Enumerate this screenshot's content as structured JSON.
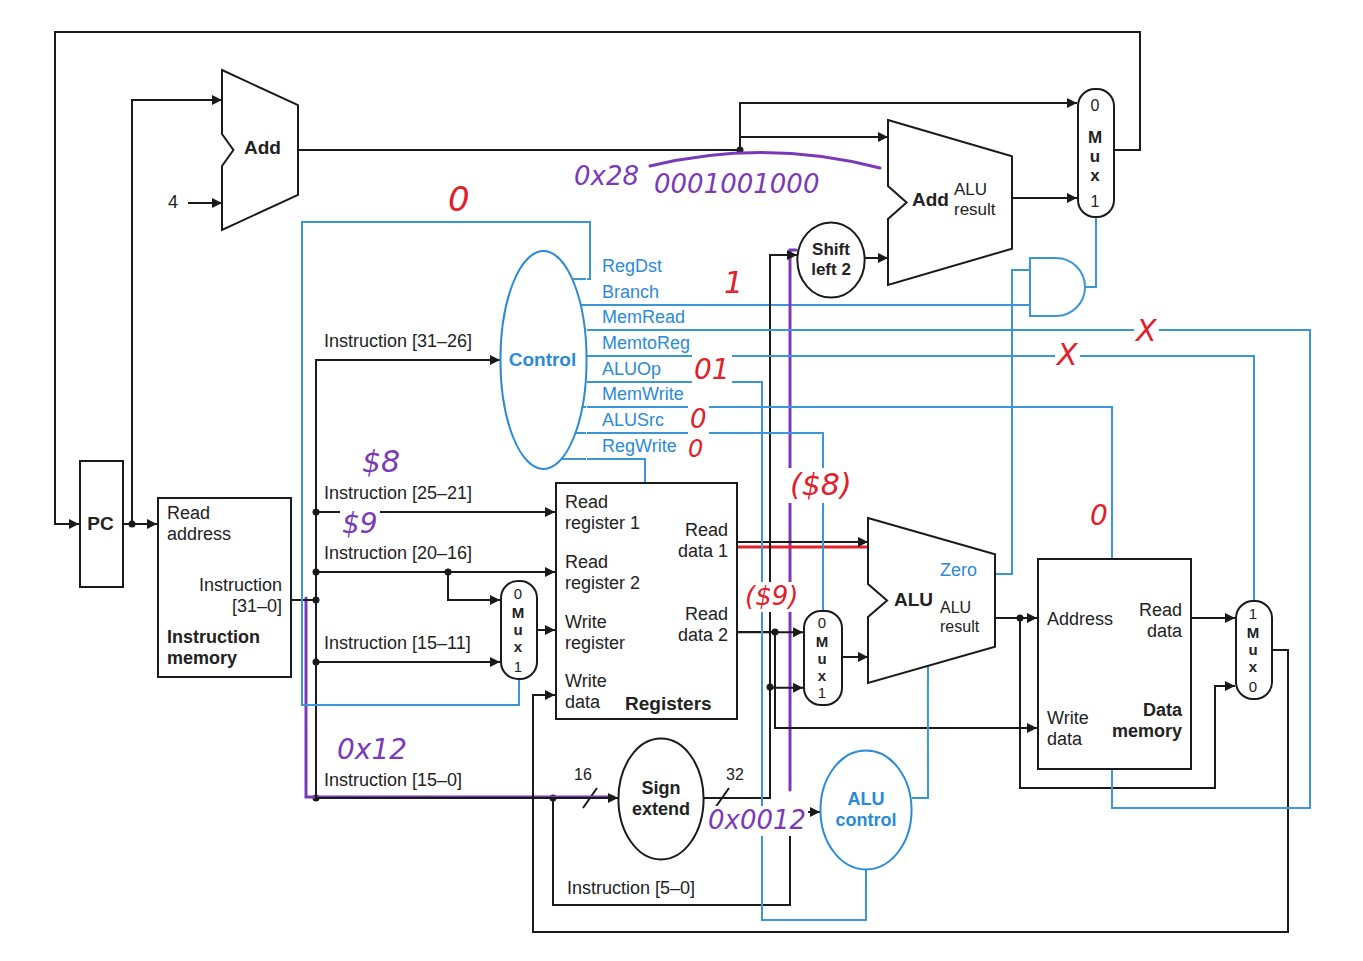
{
  "diagram": {
    "nodes": [
      {
        "text": [
          "Add"
        ]
      },
      {
        "text": [
          "0",
          "Mux",
          "1"
        ]
      },
      {
        "text": [
          "Add",
          "ALU result"
        ]
      },
      {
        "text": [
          "Shift left 2"
        ]
      },
      {
        "text": [
          "Control"
        ]
      },
      {
        "text": [
          "PC"
        ]
      },
      {
        "text": [
          "Read address",
          "Instruction [31–0]",
          "Instruction memory"
        ]
      },
      {
        "text": [
          "Read register 1",
          "Read register 2",
          "Write register",
          "Write data",
          "Read data 1",
          "Read data 2",
          "Registers"
        ]
      },
      {
        "text": [
          "0",
          "Mux",
          "1"
        ]
      },
      {
        "text": [
          "0",
          "Mux",
          "1"
        ]
      },
      {
        "text": [
          "Zero",
          "ALU",
          "ALU result"
        ]
      },
      {
        "text": [
          "Address",
          "Read data",
          "Write data",
          "Data memory"
        ]
      },
      {
        "text": [
          "1",
          "Mux",
          "0"
        ]
      },
      {
        "text": [
          "Sign extend"
        ]
      },
      {
        "text": [
          "ALU control"
        ]
      }
    ],
    "edges": [
      {
        "from": 5,
        "to": 6,
        "arrow": "to"
      },
      {
        "from": 5,
        "to": 0,
        "arrow": "to"
      },
      {
        "from": 0,
        "to": 1,
        "arrow": "to"
      },
      {
        "from": 0,
        "to": 2,
        "arrow": "to"
      },
      {
        "from": 2,
        "to": 1,
        "arrow": "to"
      },
      {
        "from": 1,
        "to": 5,
        "arrow": "to"
      },
      {
        "from": 6,
        "to": 4,
        "label": "Instruction [31–26]",
        "arrow": "to"
      },
      {
        "from": 6,
        "to": 7,
        "label": "Instruction [25–21]",
        "arrow": "to"
      },
      {
        "from": 6,
        "to": 7,
        "label": "Instruction [20–16]",
        "arrow": "to"
      },
      {
        "from": 6,
        "to": 8,
        "arrow": "to"
      },
      {
        "from": 6,
        "to": 8,
        "label": "Instruction [15–11]",
        "arrow": "to"
      },
      {
        "from": 6,
        "to": 13,
        "label": "Instruction [15–0]",
        "arrow": "to"
      },
      {
        "from": 8,
        "to": 7,
        "arrow": "to"
      },
      {
        "from": 7,
        "to": 10,
        "arrow": "to"
      },
      {
        "from": 7,
        "to": 9,
        "arrow": "to"
      },
      {
        "from": 7,
        "to": 11,
        "arrow": "to"
      },
      {
        "from": 13,
        "to": 9,
        "arrow": "to"
      },
      {
        "from": 13,
        "to": 3,
        "arrow": "to"
      },
      {
        "from": 3,
        "to": 2,
        "arrow": "to"
      },
      {
        "from": 9,
        "to": 10,
        "arrow": "to"
      },
      {
        "from": 10,
        "to": 11,
        "arrow": "to"
      },
      {
        "from": 10,
        "to": 12,
        "arrow": "to"
      },
      {
        "from": 11,
        "to": 12,
        "arrow": "to"
      },
      {
        "from": 12,
        "to": 7,
        "arrow": "to"
      },
      {
        "from": 6,
        "to": 14,
        "label": "Instruction [5–0]",
        "arrow": "to"
      },
      {
        "from": 14,
        "to": 10,
        "arrow": "none"
      },
      {
        "from": 4,
        "to": 8,
        "label": "RegDst",
        "arrow": "none"
      },
      {
        "from": 4,
        "to": 11,
        "label": "MemRead",
        "arrow": "none"
      },
      {
        "from": 4,
        "to": 12,
        "label": "MemtoReg",
        "arrow": "none"
      },
      {
        "from": 4,
        "to": 14,
        "label": "ALUOp",
        "arrow": "none"
      },
      {
        "from": 4,
        "to": 11,
        "label": "MemWrite",
        "arrow": "none"
      },
      {
        "from": 4,
        "to": 9,
        "label": "ALUSrc",
        "arrow": "none"
      },
      {
        "from": 4,
        "to": 7,
        "label": "RegWrite",
        "arrow": "none"
      }
    ],
    "labels": [
      "0x28",
      "0001001000",
      "4",
      "0",
      "1",
      "Branch",
      "X",
      "X",
      "01",
      "0",
      "0",
      "$8",
      "($8)",
      "0",
      "$9",
      "($9)",
      "16",
      "32",
      "0x12",
      "0x0012"
    ]
  }
}
